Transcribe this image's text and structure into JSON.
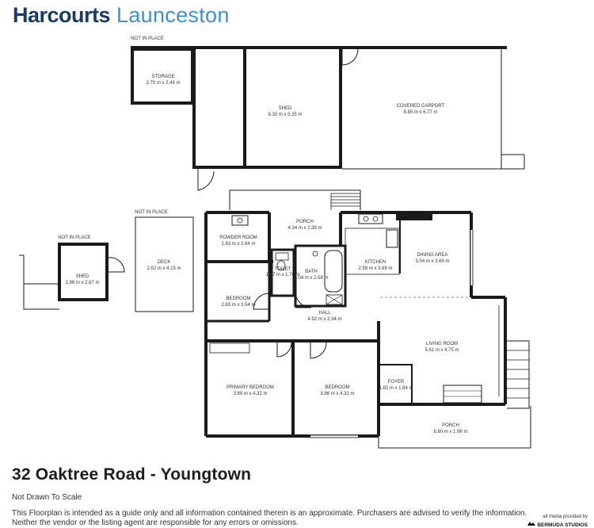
{
  "header": {
    "brand": "Harcourts",
    "office": "Launceston",
    "brand_color": "#1b3b63",
    "office_color": "#3d8fd1"
  },
  "not_in_place_label": "NOT IN PLACE",
  "rooms": {
    "storage": {
      "name": "STORAGE",
      "dims": "2.70 m x 2.49 m"
    },
    "shed_large": {
      "name": "SHED",
      "dims": "6.35 m x 5.35 m"
    },
    "carport": {
      "name": "COVERED CARPORT",
      "dims": "8.85 m x 6.77 m"
    },
    "shed_small": {
      "name": "SHED",
      "dims": "1.98 m x 2.67 m"
    },
    "deck": {
      "name": "DECK",
      "dims": "2.62 m x 4.15 m"
    },
    "porch_rear": {
      "name": "PORCH",
      "dims": "4.34 m x 2.39 m"
    },
    "powder_room": {
      "name": "POWDER ROOM",
      "dims": "2.83 m x 2.64 m"
    },
    "toilet": {
      "name": "TOILET",
      "dims": "1.37 m x 1.76 m"
    },
    "bath": {
      "name": "BATH",
      "dims": "2.04 m x 2.58 m"
    },
    "kitchen": {
      "name": "KITCHEN",
      "dims": "2.58 m x 3.69 m"
    },
    "dining": {
      "name": "DINING AREA",
      "dims": "3.04 m x 3.69 m"
    },
    "bedroom_small": {
      "name": "BEDROOM",
      "dims": "2.83 m x 3.54 m"
    },
    "hall": {
      "name": "HALL",
      "dims": "4.92 m x 2.34 m"
    },
    "living": {
      "name": "LIVING ROOM",
      "dims": "5.61 m x 4.75 m"
    },
    "primary_bedroom": {
      "name": "PRIMARY BEDROOM",
      "dims": "3.89 m x 4.32 m"
    },
    "bedroom_front": {
      "name": "BEDROOM",
      "dims": "3.86 m x 4.32 m"
    },
    "foyer": {
      "name": "FOYER",
      "dims": "1.82 m x 1.64 m"
    },
    "porch_front": {
      "name": "PORCH",
      "dims": "6.80 m x 1.96 m"
    }
  },
  "footer": {
    "address": "32 Oaktree Road - Youngtown",
    "scale_note": "Not Drawn To Scale",
    "disclaimer_line1": "This Floorplan is intended as a guide only and all information contained therein is an approximate. Purchasers are advised to verify the information.",
    "disclaimer_line2": "Neither the vendor or the listing agent are responsible for any errors or omissions.",
    "credit_small": "all media provided by",
    "credit_brand": "BERMUDA STUDIOS"
  }
}
